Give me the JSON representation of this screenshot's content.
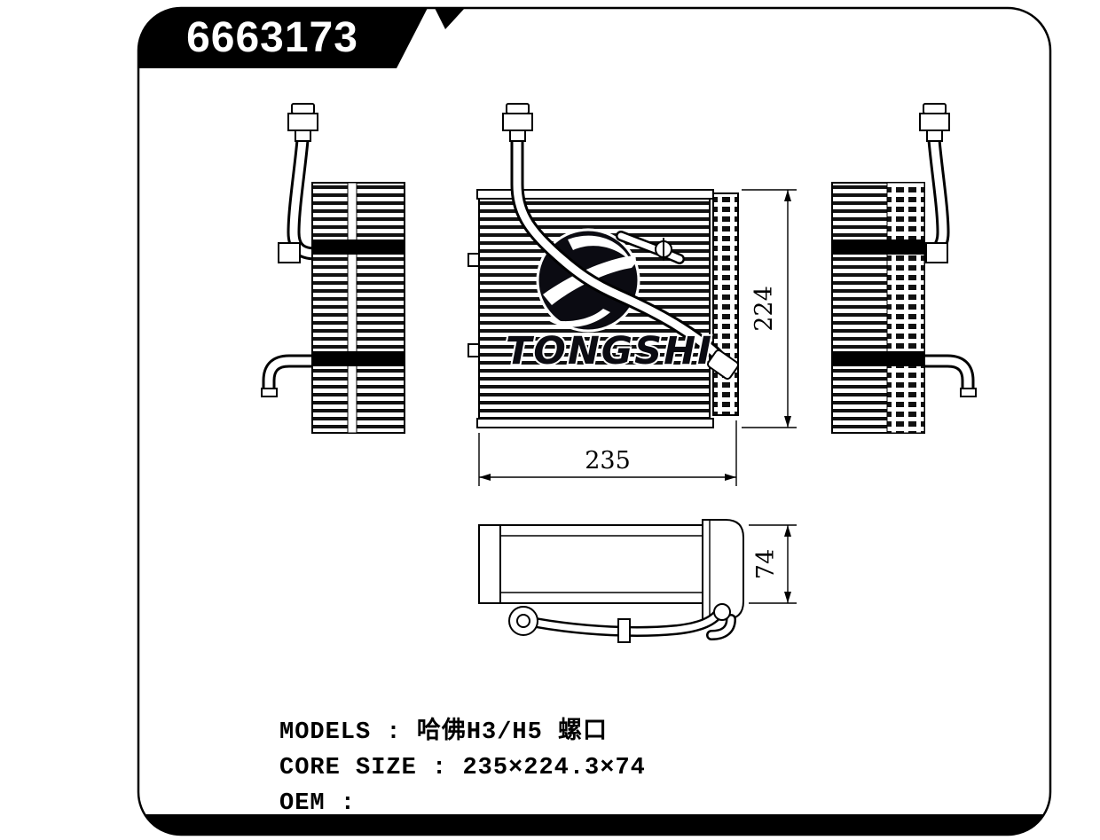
{
  "banner": {
    "part_number": "6663173"
  },
  "drawing": {
    "brand": "TONGSHI",
    "dimensions": {
      "height": "224",
      "width": "235",
      "depth": "74"
    }
  },
  "specs": {
    "separator": " : ",
    "rows": [
      {
        "label": "MODELS",
        "value": "哈佛H3/H5 螺口"
      },
      {
        "label": "CORE SIZE",
        "value": "235×224.3×74"
      },
      {
        "label": "OEM",
        "value": ""
      }
    ]
  },
  "colors": {
    "ink": "#000000",
    "paper": "#ffffff"
  }
}
